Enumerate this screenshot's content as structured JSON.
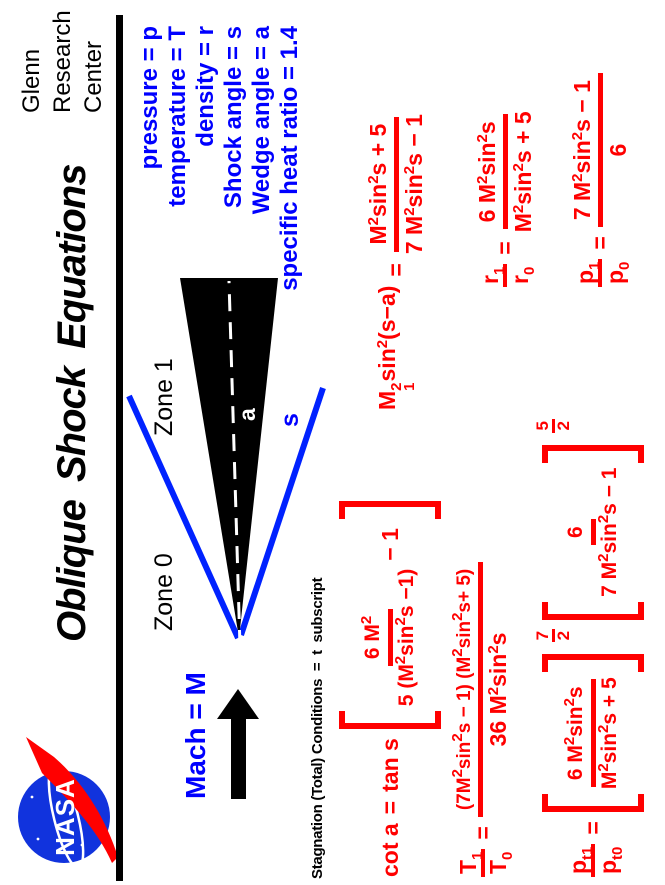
{
  "colors": {
    "red": "#ff0000",
    "blue": "#0000ff",
    "line_blue": "#0022ff",
    "logo_blue": "#1133dd",
    "black": "#000000"
  },
  "header": {
    "title": "Oblique Shock Equations",
    "agency_lines": [
      "Glenn",
      "Research",
      "Center"
    ],
    "logo_text": "NASA"
  },
  "freestream": {
    "label": "Mach = M"
  },
  "diagram": {
    "zone0": "Zone 0",
    "zone1": "Zone 1",
    "wedge_angle_label": "a",
    "shock_angle_label": "s"
  },
  "definitions": [
    "pressure = p",
    "temperature = T",
    "density = r",
    "Shock angle = s",
    "Wedge angle = a",
    "specific heat ratio = 1.4"
  ],
  "footnote": "Stagnation (Total) Conditions  =  t  subscript",
  "equations": {
    "oblique_mach": {
      "lhs_base": "M",
      "lhs_sup": "2",
      "lhs_sub": "1",
      "lhs_rest": "sin²(s−a)",
      "rel": "=",
      "num": "M²sin²s + 5",
      "den": "7 M²sin²s − 1"
    },
    "density_ratio": {
      "lhs_num": "r₁",
      "lhs_den": "r₀",
      "rel": "=",
      "num": "6 M²sin²s",
      "den": "M²sin²s + 5"
    },
    "pressure_ratio": {
      "lhs_num": "p₁",
      "lhs_den": "p₀",
      "rel": "=",
      "num": "7 M²sin²s − 1",
      "den": "6"
    },
    "wedge_angle": {
      "lhs": "cot a",
      "rel": "=",
      "pre": "tan s",
      "num": "6 M²",
      "den": "5 (M²sin²s −1)",
      "post": "− 1"
    },
    "temperature_ratio": {
      "lhs_num": "T₁",
      "lhs_den": "T₀",
      "rel": "=",
      "num": "(7M²sin²s − 1) (M²sin²s+ 5)",
      "den": "36 M²sin²s"
    },
    "total_pressure_ratio": {
      "lhs_num": "pₜ₁",
      "lhs_den": "pₜ₀",
      "rel": "=",
      "term1_num": "6 M²sin²s",
      "term1_den": "M²sin²s + 5",
      "term1_exp_num": "7",
      "term1_exp_den": "2",
      "term2_num": "6",
      "term2_den": "7 M²sin²s − 1",
      "term2_exp_num": "5",
      "term2_exp_den": "2"
    }
  }
}
